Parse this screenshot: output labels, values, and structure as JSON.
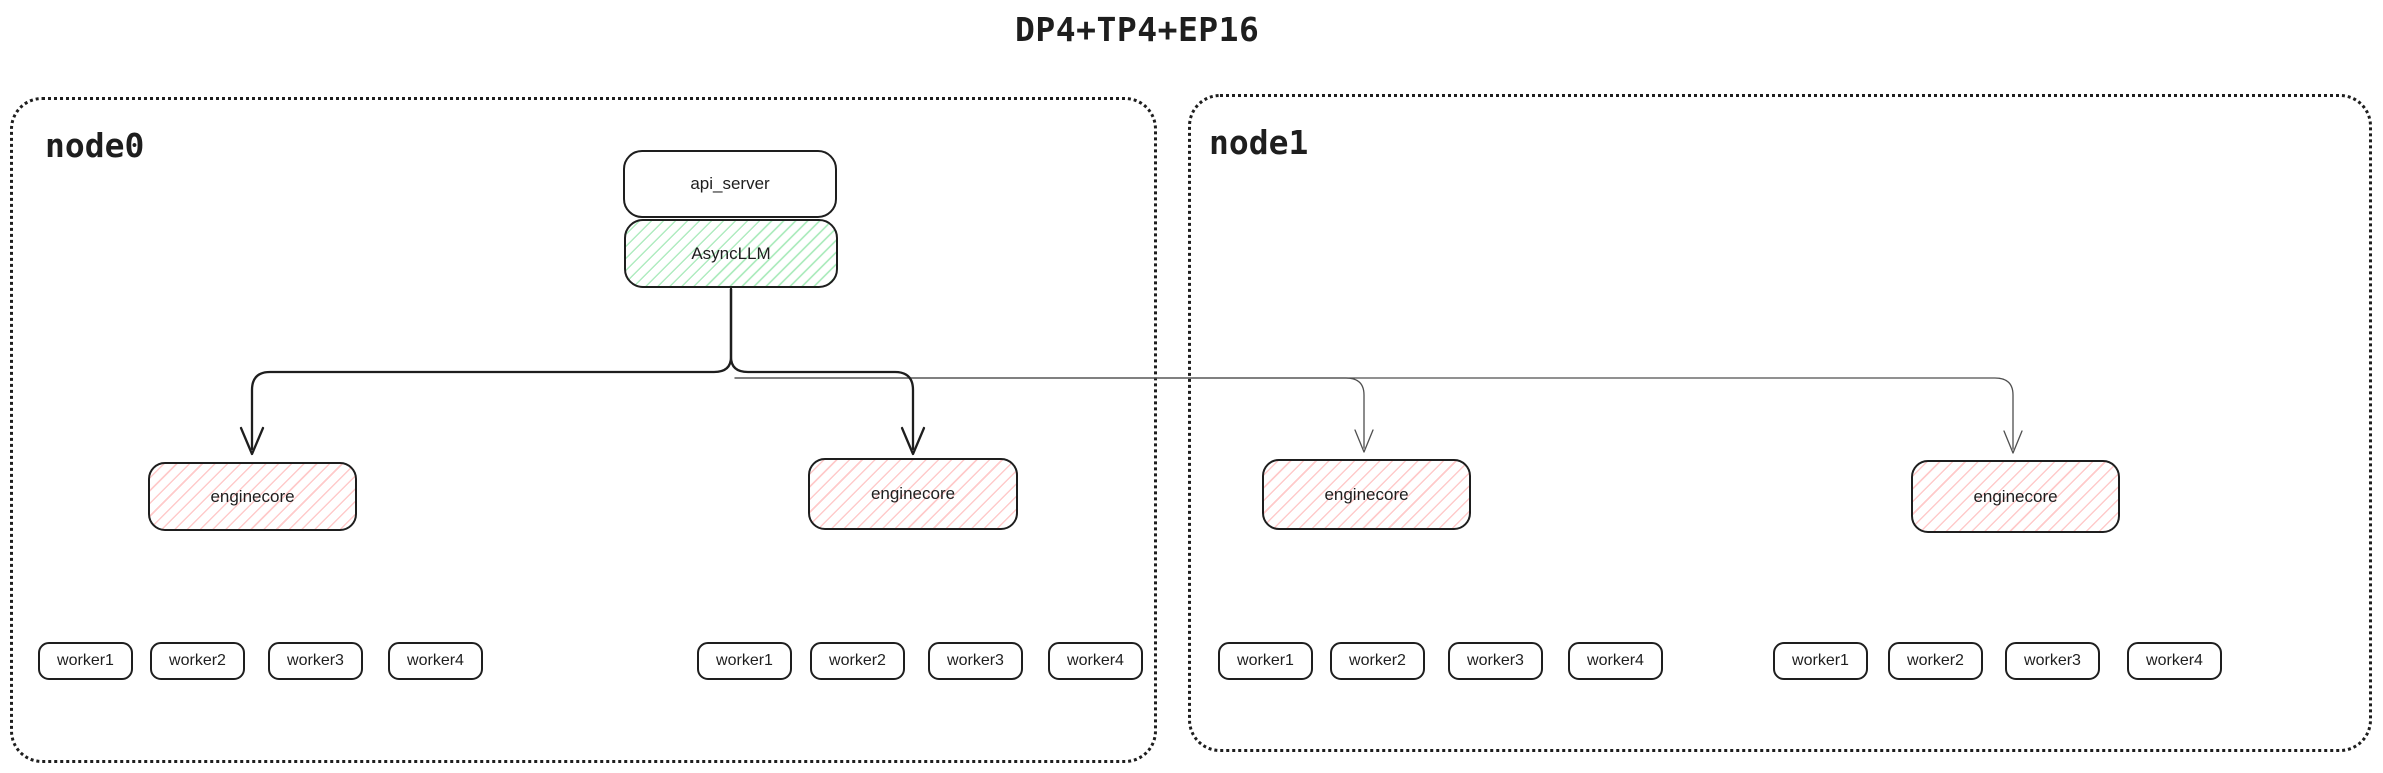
{
  "title": "DP4+TP4+EP16",
  "node0": {
    "label": "node0"
  },
  "node1": {
    "label": "node1"
  },
  "api_server": {
    "label": "api_server"
  },
  "async_llm": {
    "label": "AsyncLLM"
  },
  "enginecores": [
    {
      "label": "enginecore"
    },
    {
      "label": "enginecore"
    },
    {
      "label": "enginecore"
    },
    {
      "label": "enginecore"
    }
  ],
  "worker_groups": [
    {
      "workers": [
        "worker1",
        "worker2",
        "worker3",
        "worker4"
      ]
    },
    {
      "workers": [
        "worker1",
        "worker2",
        "worker3",
        "worker4"
      ]
    },
    {
      "workers": [
        "worker1",
        "worker2",
        "worker3",
        "worker4"
      ]
    },
    {
      "workers": [
        "worker1",
        "worker2",
        "worker3",
        "worker4"
      ]
    }
  ],
  "colors": {
    "ink": "#1e1e1e",
    "green_hatch": "#6edc8c",
    "red_hatch": "#ff8282",
    "thin_line": "#4f4f4f",
    "background": "#ffffff"
  }
}
